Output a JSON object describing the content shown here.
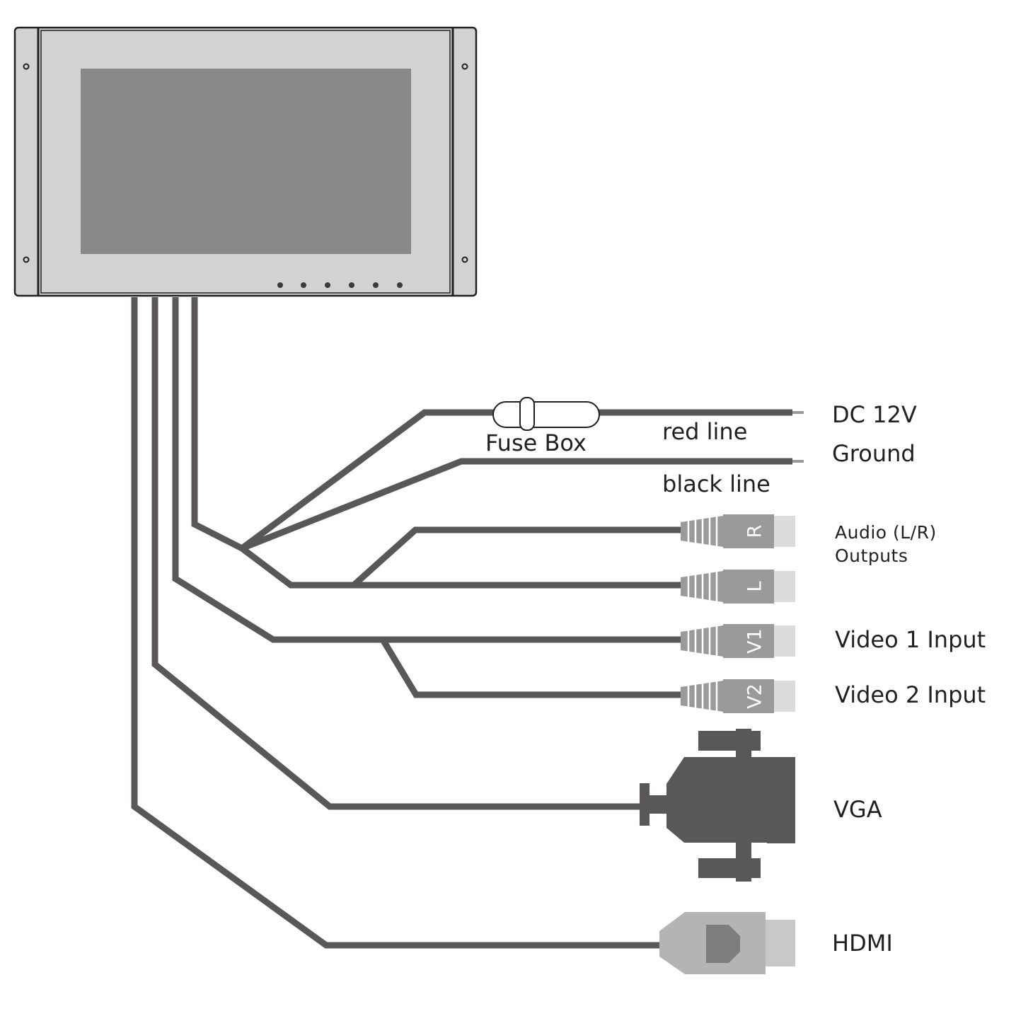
{
  "labels": {
    "dc12v": "DC 12V",
    "ground": "Ground",
    "red_line": "red line",
    "black_line": "black line",
    "fuse_box": "Fuse Box",
    "audio_line1": "Audio (L/R)",
    "audio_line2": "Outputs",
    "video1": "Video 1 Input",
    "video2": "Video 2 Input",
    "vga": "VGA",
    "hdmi": "HDMI"
  },
  "plug_marks": {
    "audio_right": "R",
    "audio_left": "L",
    "video1": "V1",
    "video2": "V2"
  },
  "colors": {
    "cable": "#595757",
    "monitor_frame": "#d2d2d2",
    "screen": "#898989",
    "plug_grey": "#9a9a9a",
    "plug_tip": "#dcdcdc",
    "vga_body": "#595757",
    "hdmi_body": "#b4b4b4",
    "hdmi_inner": "#7e7e7e",
    "text": "#231f20"
  }
}
